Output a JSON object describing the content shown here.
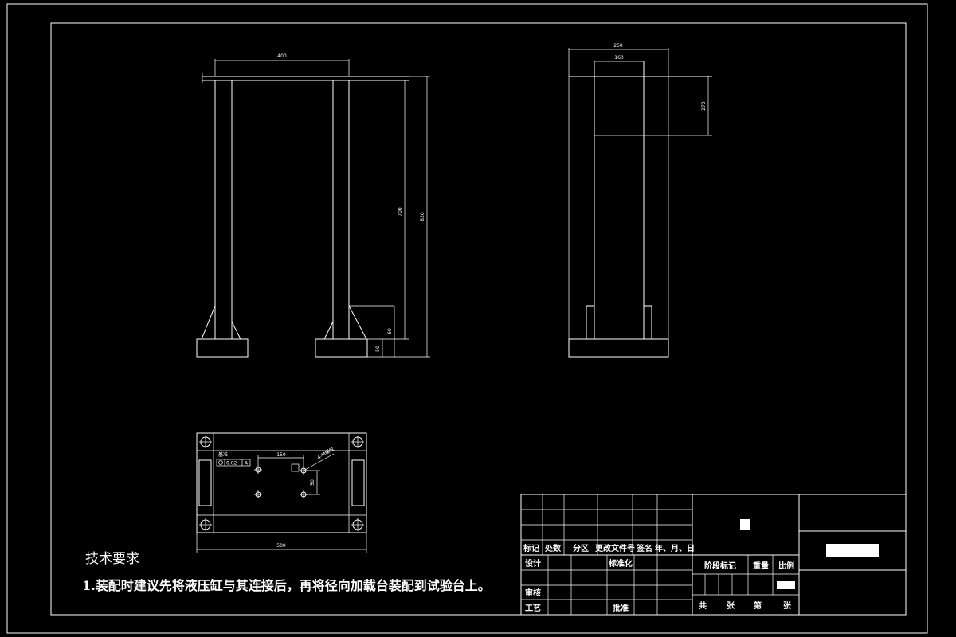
{
  "front_view": {
    "dim_top": "400",
    "dim_height_inner": "700",
    "dim_height_total": "820",
    "dim_gusset": "60",
    "dim_base": "50"
  },
  "side_view": {
    "dim_width": "250",
    "dim_column": "160",
    "dim_top": "270"
  },
  "plan_view": {
    "dim_base_width": "500",
    "dim_hole_spacing_x": "150",
    "dim_hole_spacing_y": "50",
    "dim_hole_note": "4-M螺纹",
    "tolerance_box": "0.02",
    "tolerance_datum": "A",
    "datum_label": "基准"
  },
  "technical_requirements": {
    "title": "技术要求",
    "items": [
      "1.装配时建议先将液压缸与其连接后，再将径向加载台装配到试验台上。"
    ]
  },
  "title_block": {
    "header_row": [
      "标记",
      "处数",
      "分区",
      "更改文件号",
      "签名",
      "年、月、日"
    ],
    "design": "设计",
    "standardization": "标准化",
    "review": "审核",
    "process": "工艺",
    "approve": "批准",
    "stage_mark": "阶段标记",
    "weight": "重量",
    "scale": "比例",
    "sheets_total": "共",
    "sheets_unit1": "张",
    "sheet_no": "第",
    "sheets_unit2": "张"
  }
}
